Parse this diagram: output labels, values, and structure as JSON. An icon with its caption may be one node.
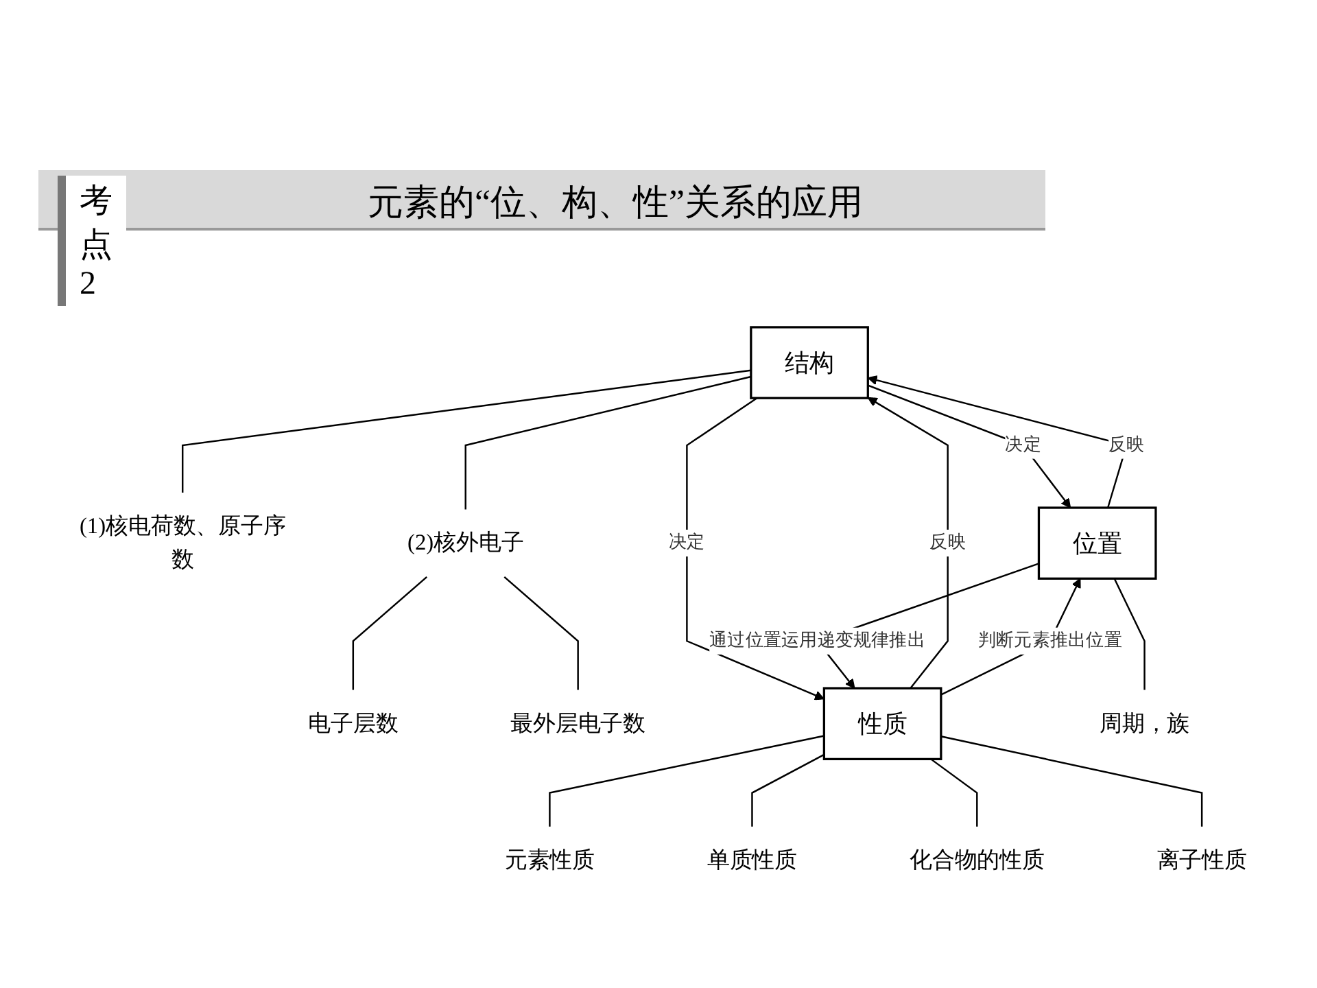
{
  "diagram": {
    "title": "元素的“位、构、性”关系的应用",
    "nodes": [
      {
        "text": [
          "结构"
        ]
      },
      {
        "text": [
          "(1)核电荷数、原子序数"
        ]
      },
      {
        "text": [
          "(2)核外电子"
        ]
      },
      {
        "text": [
          "电子层数"
        ]
      },
      {
        "text": [
          "最外层电子数"
        ]
      },
      {
        "text": [
          "位置"
        ]
      },
      {
        "text": [
          "性质"
        ]
      },
      {
        "text": [
          "周期，族"
        ]
      },
      {
        "text": [
          "元素性质"
        ]
      },
      {
        "text": [
          "单质性质"
        ]
      },
      {
        "text": [
          "化合物的性质"
        ]
      },
      {
        "text": [
          "离子性质"
        ]
      }
    ],
    "edges": [
      {
        "from": 0,
        "to": 1,
        "arrow": "none"
      },
      {
        "from": 0,
        "to": 2,
        "arrow": "none"
      },
      {
        "from": 2,
        "to": 3,
        "arrow": "none"
      },
      {
        "from": 2,
        "to": 4,
        "arrow": "none"
      },
      {
        "from": 5,
        "to": 0,
        "arrow": "to",
        "label": "反映"
      },
      {
        "from": 0,
        "to": 5,
        "arrow": "to",
        "label": "决定"
      },
      {
        "from": 6,
        "to": 0,
        "arrow": "to",
        "label": "反映"
      },
      {
        "from": 0,
        "to": 6,
        "arrow": "to",
        "label": "决定"
      },
      {
        "from": 6,
        "to": 5,
        "arrow": "to",
        "label": "判断元素推出位置"
      },
      {
        "from": 5,
        "to": 6,
        "arrow": "to",
        "label": "通过位置运用递变规律推出"
      },
      {
        "from": 5,
        "to": 7,
        "arrow": "none"
      },
      {
        "from": 6,
        "to": 8,
        "arrow": "none"
      },
      {
        "from": 6,
        "to": 9,
        "arrow": "none"
      },
      {
        "from": 6,
        "to": 10,
        "arrow": "none"
      },
      {
        "from": 6,
        "to": 11,
        "arrow": "none"
      }
    ],
    "labels": [
      "考点2"
    ]
  }
}
